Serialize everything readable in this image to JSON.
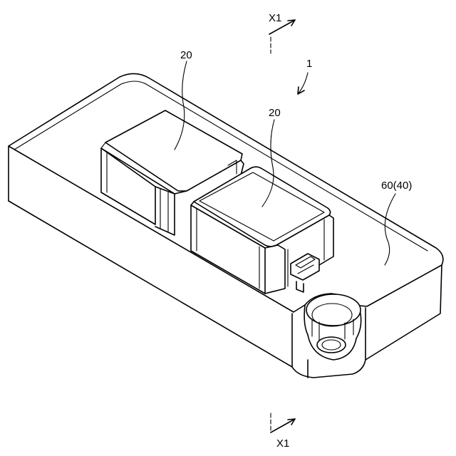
{
  "figure": {
    "labels": {
      "section_top": "X1",
      "section_bottom": "X1",
      "device": "1",
      "cover_left": "20",
      "cover_right": "20",
      "base": "60(40)"
    }
  }
}
